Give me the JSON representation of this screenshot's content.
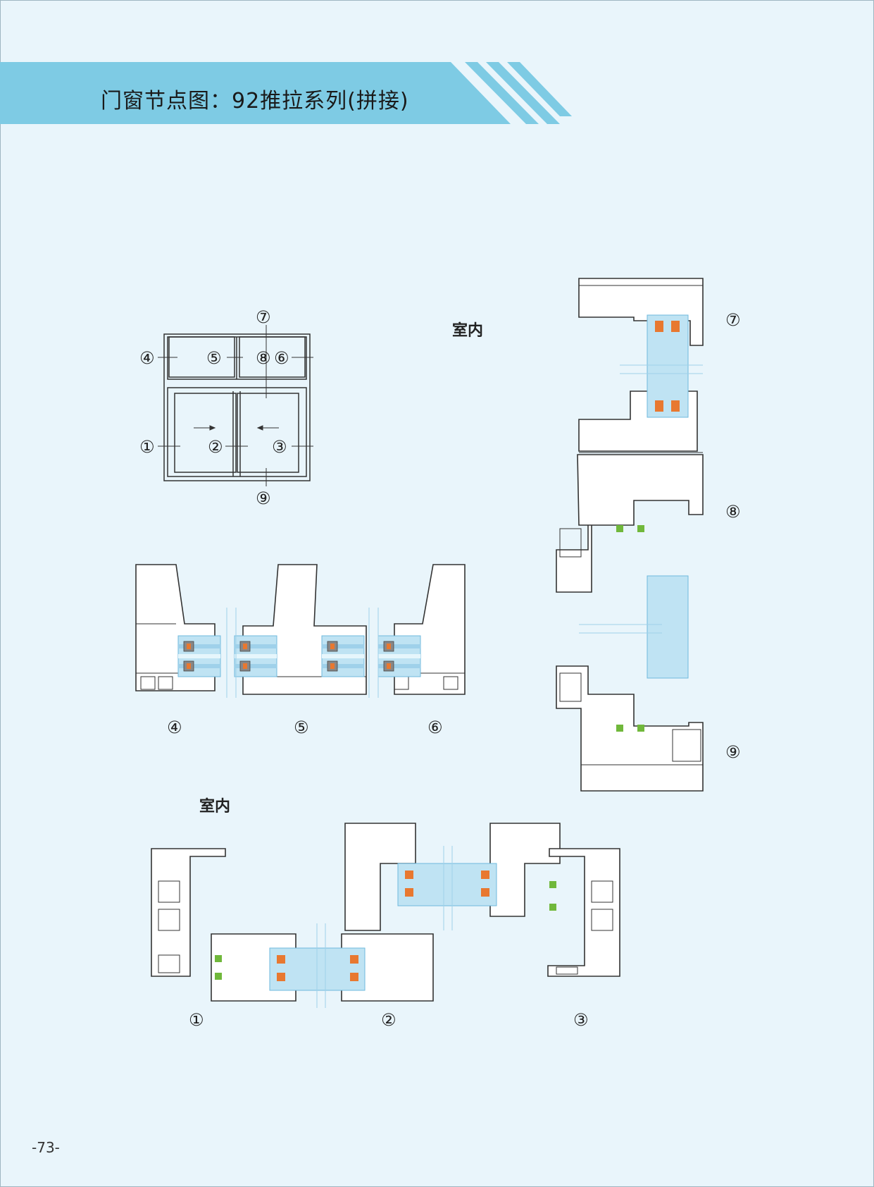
{
  "header": {
    "title": "门窗节点图：92推拉系列(拼接)",
    "band_color": "#7ecbe4"
  },
  "labels": {
    "indoor_top": "室内",
    "indoor_bottom": "室内"
  },
  "elevation": {
    "markers": [
      "⑦",
      "⑤",
      "④",
      "⑧",
      "⑥",
      "①",
      "②",
      "③",
      "⑨"
    ]
  },
  "section_markers": {
    "s4": "④",
    "s5": "⑤",
    "s6": "⑥",
    "s7": "⑦",
    "s8": "⑧",
    "s9": "⑨",
    "s1": "①",
    "s2": "②",
    "s3": "③"
  },
  "footer": {
    "page_number": "-73-"
  },
  "colors": {
    "glass": "#bfe3f3",
    "glass_edge": "#6fb9dc",
    "spacer": "#e87830",
    "seal": "#70b83b",
    "profile": "#ffffff",
    "line": "#333333"
  }
}
